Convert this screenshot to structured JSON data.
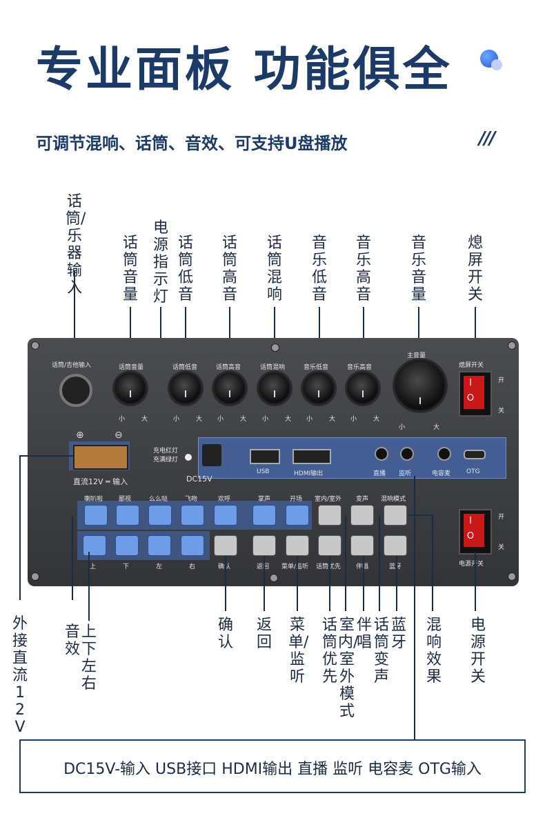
{
  "header": {
    "title": "专业面板 功能俱全",
    "subtitle": "可调节混响、话筒、音效、可支持U盘播放",
    "slashes": "///"
  },
  "callouts_top": {
    "mic_instrument_input": "话筒/乐器输入",
    "mic_volume": "话筒音量",
    "power_indicator": "电源指示灯",
    "mic_bass": "话筒低音",
    "mic_treble": "话筒高音",
    "mic_reverb": "话筒混响",
    "music_bass": "音乐低音",
    "music_treble": "音乐高音",
    "music_volume": "音乐音量",
    "screen_off_switch": "熄屏开关"
  },
  "panel": {
    "input_jack_label": "话筒/吉他输入",
    "knob_labels": [
      "话筒音量",
      "话筒低音",
      "话筒高音",
      "话筒混响",
      "音乐低音",
      "音乐高音",
      "主音量"
    ],
    "knob_min": "小",
    "knob_max": "大",
    "charge_red": "充电红灯",
    "charge_full": "充满绿灯",
    "dc_label": "DC15V",
    "dc12_label": "直流12V ═ 输入",
    "plus": "⊕",
    "minus": "⊖",
    "usb": "USB",
    "hdmi": "HDMI输出",
    "live": "直播",
    "monitor": "监听",
    "condenser": "电容麦",
    "otg": "OTG",
    "switch_top_label": "熄屏开关",
    "switch_bottom_label": "电源开关",
    "on": "开",
    "off": "关",
    "row1_labels": [
      "喇叭啦",
      "鄙视",
      "么么哒",
      "飞吻",
      "欢呼",
      "掌声",
      "开场",
      "室内/室外",
      "变声",
      "混响模式"
    ],
    "row2_labels": [
      "上",
      "下",
      "左",
      "右",
      "确认",
      "返回",
      "菜单/监听",
      "话筒优先",
      "伴唱",
      "蓝牙"
    ]
  },
  "callouts_bottom": {
    "external_dc": "外接直流12V",
    "sound_effects": "音效",
    "directions": "上下左右",
    "confirm": "确认",
    "back": "返回",
    "menu_monitor": "菜单/监听",
    "mic_priority": "话筒优先",
    "indoor_outdoor": "室内/室外模式",
    "accompany": "伴唱",
    "mic_voice_change": "话筒变声",
    "bluetooth": "蓝牙",
    "reverb_effect": "混响效果",
    "power_switch": "电源开关"
  },
  "footer": {
    "ports_text": "DC15V-输入 USB接口 HDMI输出 直播 监听 电容麦 OTG输入"
  },
  "colors": {
    "title": "#1b3a66",
    "button_blue": "#6f9ce6",
    "button_white": "#c8c8c8",
    "panel": "#3f4144",
    "switch_red": "#c81818"
  }
}
